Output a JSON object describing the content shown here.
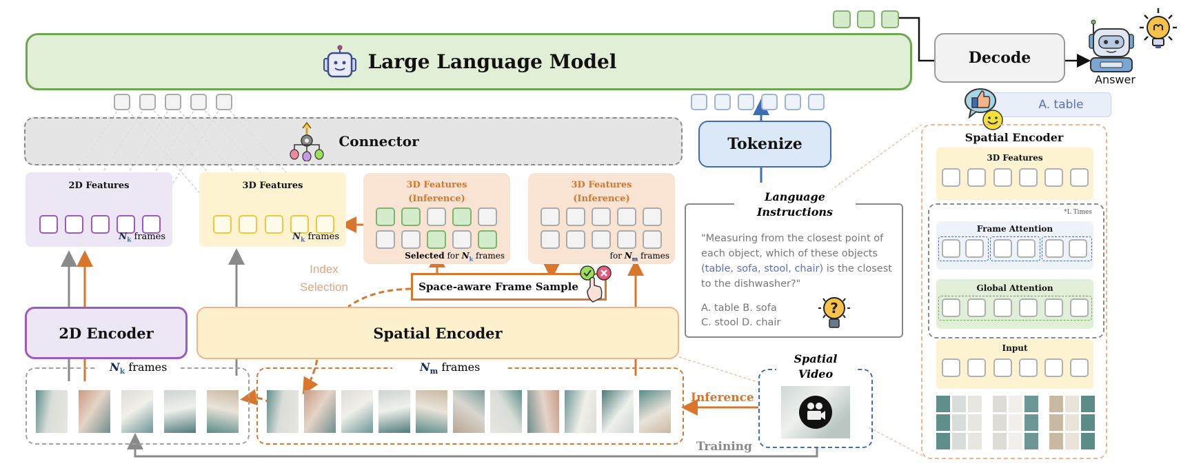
{
  "llm": {
    "title": "Large Language Model"
  },
  "decode": {
    "label": "Decode"
  },
  "answer": {
    "label": "Answer",
    "bubble_text": "A. table"
  },
  "connector": {
    "label": "Connector"
  },
  "tokenize": {
    "label": "Tokenize"
  },
  "features_2d": {
    "title": "2D Features",
    "frames_label": "frames",
    "n_symbol": "N",
    "n_sub": "k"
  },
  "features_3d": {
    "title": "3D Features",
    "frames_label": "frames",
    "n_symbol": "N",
    "n_sub": "k"
  },
  "features_3d_inf_selected": {
    "title_line1": "3D Features",
    "title_line2": "(Inference)",
    "caption_prefix": "Selected",
    "caption_mid": "for",
    "n_symbol": "N",
    "n_sub": "k",
    "caption_suffix": "frames",
    "selected_pattern": [
      1,
      1,
      0,
      1,
      0,
      0,
      0,
      1,
      0,
      1
    ]
  },
  "features_3d_inf_all": {
    "title_line1": "3D Features",
    "title_line2": "(Inference)",
    "caption_prefix": "for",
    "n_symbol": "N",
    "n_sub": "m",
    "caption_suffix": "frames"
  },
  "index_selection": {
    "line1": "Index",
    "line2": "Selection"
  },
  "frame_sample": {
    "label": "Space-aware Frame Sample"
  },
  "encoder_2d": {
    "label": "2D Encoder"
  },
  "spatial_encoder": {
    "label": "Spatial Encoder"
  },
  "nk_frames": {
    "n_symbol": "N",
    "n_sub": "k",
    "label": "frames",
    "count": 5
  },
  "nm_frames": {
    "n_symbol": "N",
    "n_sub": "m",
    "label": "frames",
    "count": 11
  },
  "inference_label": "Inference",
  "training_label": "Training",
  "spatial_video": {
    "line1": "Spatial",
    "line2": "Video"
  },
  "language_instructions": {
    "title_line1": "Language",
    "title_line2": "Instructions",
    "question_part1": "\"Measuring from the closest point of each object, which of these objects ",
    "question_objects": "(table, sofa, stool, chair)",
    "question_part2": " is the closest to the dishwasher?\"",
    "options_line1": "A. table  B. sofa",
    "options_line2": "C. stool  D. chair"
  },
  "spatial_encoder_detail": {
    "title": "Spatial Encoder",
    "features_3d": "3D Features",
    "repeat_note": "*L Times",
    "frame_attention": "Frame Attention",
    "global_attention": "Global Attention",
    "input": "Input"
  },
  "colors": {
    "llm_fill": "#e0efd6",
    "llm_border": "#6aa84f",
    "purple": "#9b59c4",
    "purple_fill": "#ede6f4",
    "yellow_fill": "#fdf3d0",
    "orange": "#d9762b",
    "orange_fill": "#f9e3d3",
    "blue": "#3e6db5",
    "blue_fill": "#dbe8f8",
    "gray": "#8a8a8a"
  }
}
